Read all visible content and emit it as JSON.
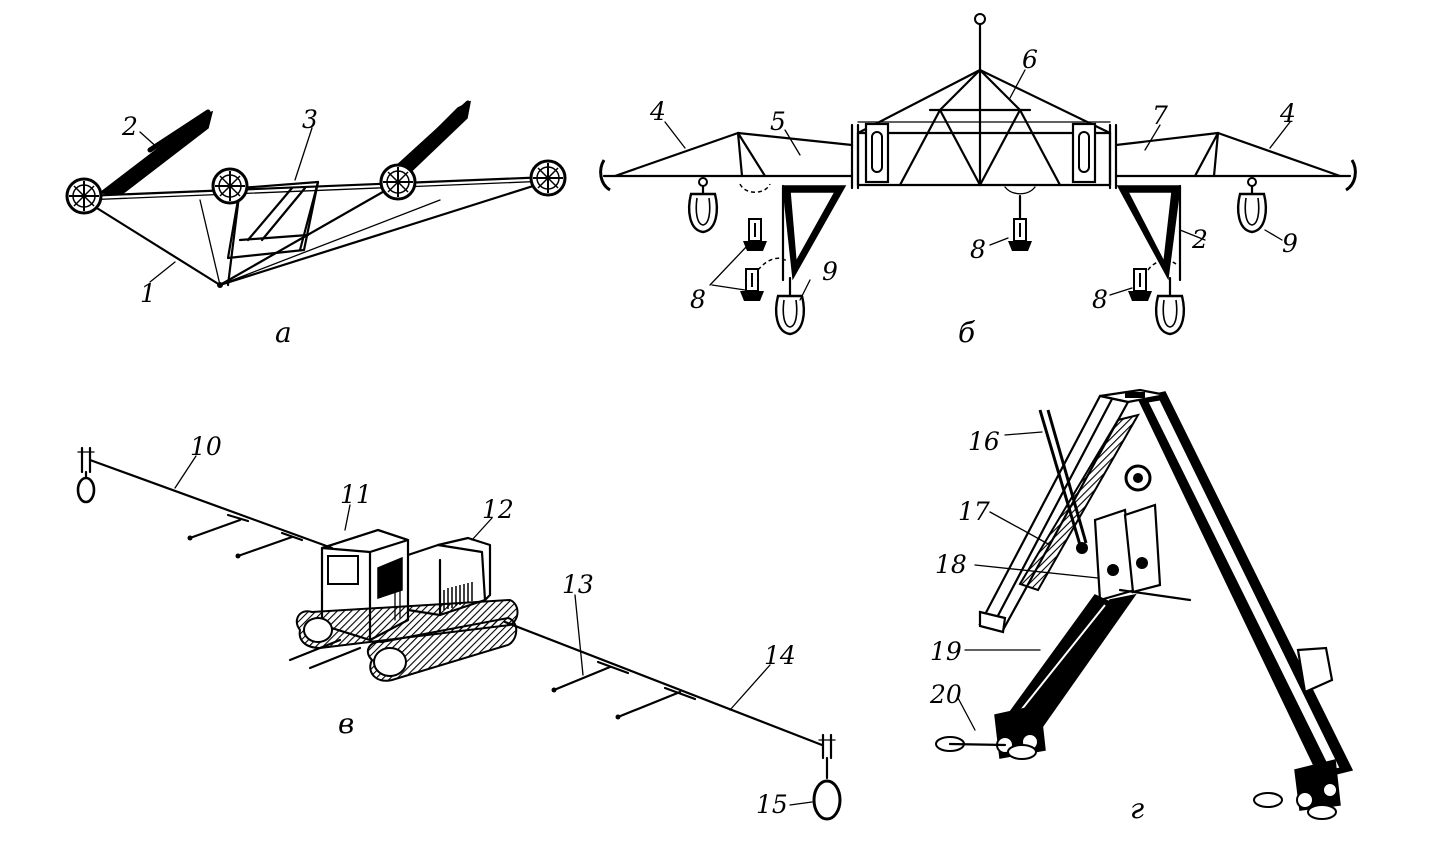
{
  "panels": [
    {
      "id": "a",
      "label": "а"
    },
    {
      "id": "b",
      "label": "б"
    },
    {
      "id": "v",
      "label": "в"
    },
    {
      "id": "g",
      "label": "г"
    }
  ],
  "callouts": {
    "a_1": "1",
    "a_2": "2",
    "a_3": "3",
    "b_4l": "4",
    "b_5": "5",
    "b_6": "6",
    "b_7": "7",
    "b_4r": "4",
    "b_8c": "8",
    "b_8l": "8",
    "b_9l": "9",
    "b_8r": "8",
    "b_2": "2",
    "b_9r": "9",
    "v_10": "10",
    "v_11": "11",
    "v_12": "12",
    "v_13": "13",
    "v_14": "14",
    "v_15": "15",
    "g_16": "16",
    "g_17": "17",
    "g_18": "18",
    "g_19": "19",
    "g_20": "20"
  },
  "colors": {
    "ink": "#000000",
    "paper": "#ffffff"
  }
}
